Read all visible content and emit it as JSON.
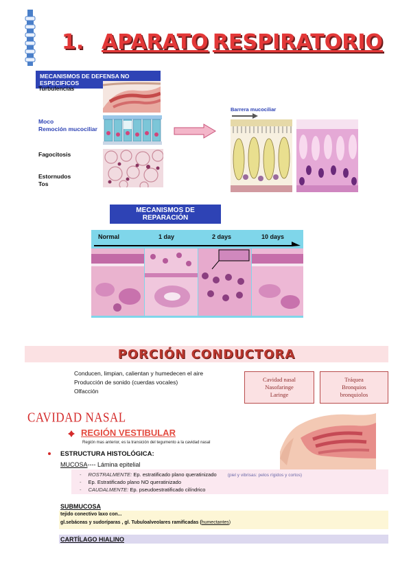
{
  "title": {
    "number": "1.",
    "words": [
      "APARATO",
      "RESPIRATORIO"
    ]
  },
  "defense": {
    "header": "MECANISMOS DE DEFENSA NO ESPECIFICOS",
    "labels": {
      "turbulencias": "Turbulencias",
      "moco": "Moco",
      "remocion": "Remoción mucociliar",
      "fagocitosis": "Fagocitosis",
      "estornudos": "Estornudos",
      "tos": "Tos"
    },
    "barrera_label": "Barrera mucociliar"
  },
  "repair": {
    "header": "MECANISMOS DE REPARACIÓN",
    "timeline": [
      "Normal",
      "1 day",
      "2 days",
      "10 days"
    ]
  },
  "porcion": {
    "title": "PORCIÓN CONDUCTORA",
    "functions": [
      "Conducen, limpian, calientan y humedecen el aire",
      "Producción de sonido (cuerdas vocales)",
      "Olfacción"
    ],
    "box1": [
      "Cavidad nasal",
      "Nasofaringe",
      "Laringe"
    ],
    "box2": [
      "Tráquea",
      "Bronquios",
      "bronquiolos"
    ]
  },
  "cavidad": {
    "title": "CAVIDAD NASAL",
    "region_title": "REGIÓN VESTIBULAR",
    "region_desc": "Región mas anterior, es la transición del tegumento a la cavidad nasal",
    "estructura_title": "ESTRUCTURA HISTOLÓGICA:",
    "mucosa_label": "MUCOSA",
    "mucosa_rest": "---- Lámina epitelial",
    "mucosa_rows": [
      {
        "dash": "-",
        "prefix": "ROSTRALMENTE:",
        "text": " Ep. estratificado plano queratinizado",
        "note": "(piel y vibrisas: pelos rígidos y cortos)"
      },
      {
        "dash": "-",
        "prefix": "",
        "text": "Ep. Estratificado plano NO queratinizado",
        "note": ""
      },
      {
        "dash": "-",
        "prefix": "CAUDALMENTE:",
        "text": " Ep. pseudoestratificado cilíndrico",
        "note": ""
      }
    ],
    "submucosa_title": "SUBMUCOSA",
    "submucosa_row1": "tejido conectivo laxo con...",
    "submucosa_row2_a": "gl.sebáceas y sudoríparas , gl. Tubuloalveolares ramificadas (",
    "submucosa_row2_u": "humectantes",
    "submucosa_row2_b": ")",
    "cartilago_title": "CARTÍLAGO HIALINO"
  },
  "colors": {
    "title_red": "#e33838",
    "header_blue": "#2e43b5",
    "porcion_bg": "#fbe1e3",
    "mucosa_bg": "#fbe8f0",
    "submucosa_bg": "#fdf6d6",
    "cartilago_bg": "#dcd8ef"
  }
}
